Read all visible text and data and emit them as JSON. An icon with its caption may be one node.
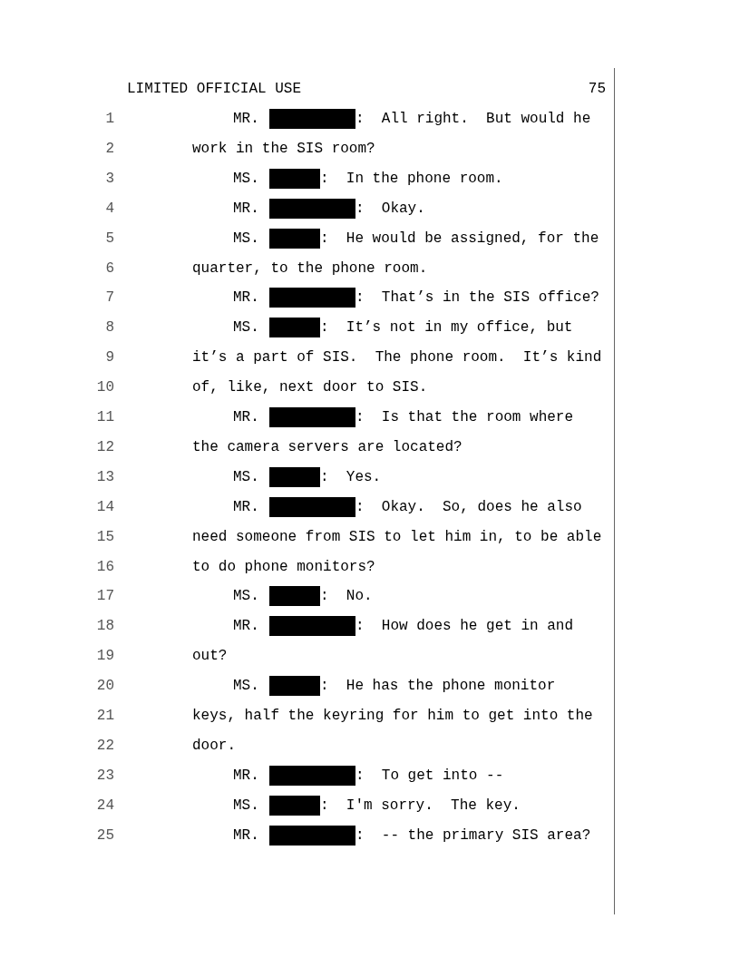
{
  "diagram": {
    "labels": [
      "LIMITED OFFICIAL USE",
      "75",
      "1",
      "MR.",
      ":  All right.  But would he",
      "2",
      "work in the SIS room?",
      "3",
      "MS.",
      ":  In the phone room.",
      "4",
      "MR.",
      ":  Okay.",
      "5",
      "MS.",
      ":  He would be assigned, for the",
      "6",
      "quarter, to the phone room.",
      "7",
      "MR.",
      ":  That’s in the SIS office?",
      "8",
      "MS.",
      ":  It’s not in my office, but",
      "9",
      "it’s a part of SIS.  The phone room.  It’s kind",
      "10",
      "of, like, next door to SIS.",
      "11",
      "MR.",
      ":  Is that the room where",
      "12",
      "the camera servers are located?",
      "13",
      "MS.",
      ":  Yes.",
      "14",
      "MR.",
      ":  Okay.  So, does he also",
      "15",
      "need someone from SIS to let him in, to be able",
      "16",
      "to do phone monitors?",
      "17",
      "MS.",
      ":  No.",
      "18",
      "MR.",
      ":  How does he get in and",
      "19",
      "out?",
      "20",
      "MS.",
      ":  He has the phone monitor",
      "21",
      "keys, half the keyring for him to get into the",
      "22",
      "door.",
      "23",
      "MR.",
      ":  To get into --",
      "24",
      "MS.",
      ":  I'm sorry.  The key.",
      "25",
      "MR.",
      ":  -- the primary SIS area?"
    ]
  }
}
